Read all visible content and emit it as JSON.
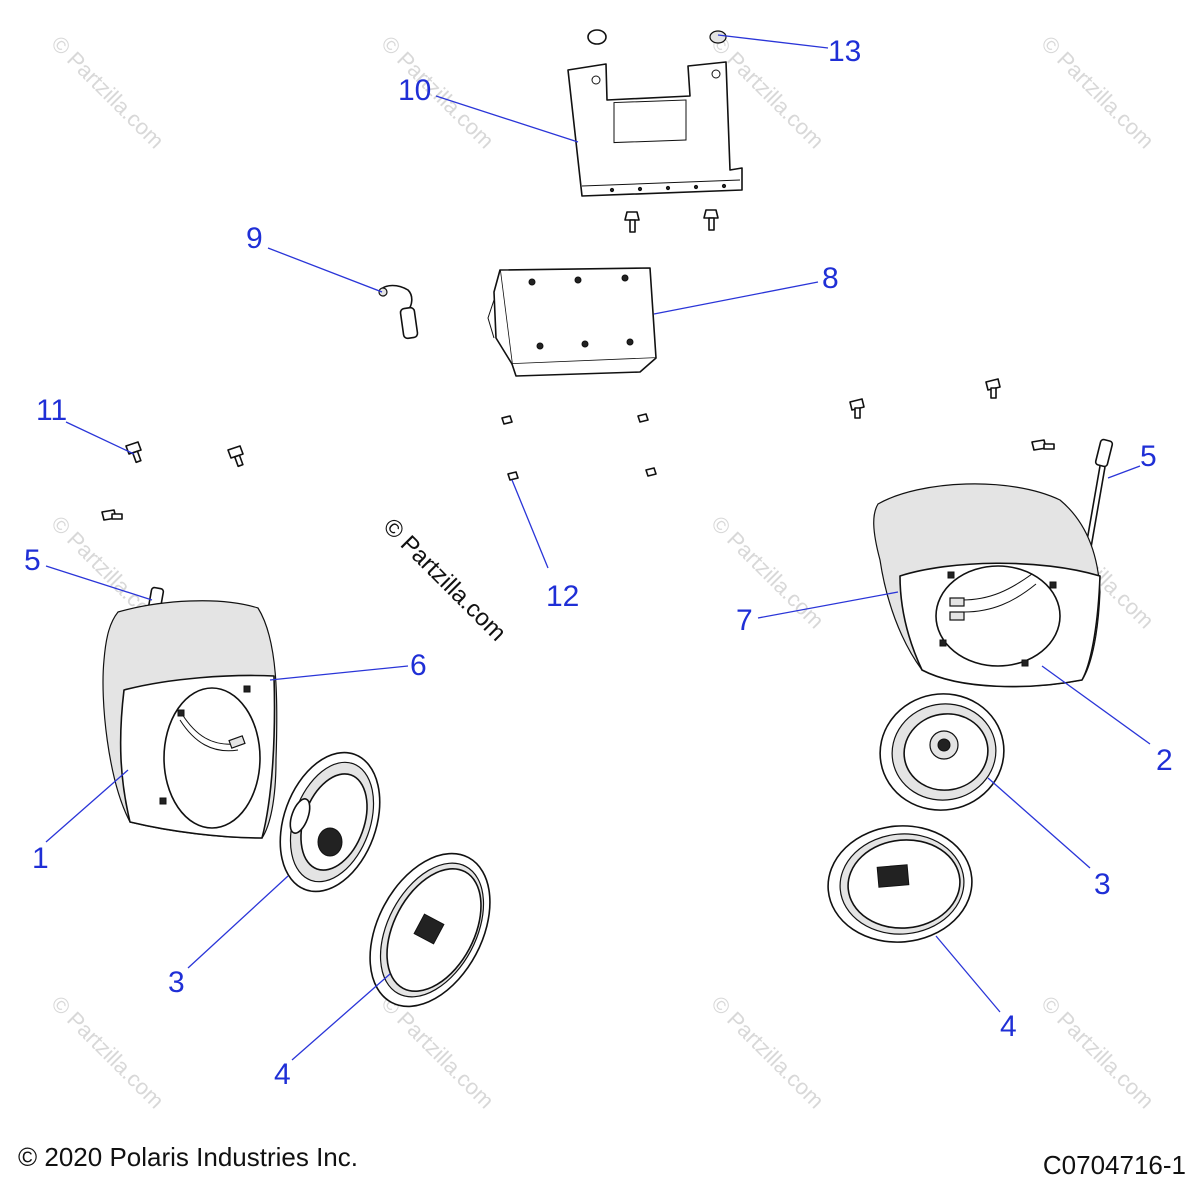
{
  "footer": {
    "copyright": "© 2020 Polaris Industries Inc.",
    "figure_code": "C0704716-1"
  },
  "watermark": "© Partzilla.com",
  "callouts": {
    "c13": "13",
    "c10": "10",
    "c9": "9",
    "c8": "8",
    "c11": "11",
    "c5_right": "5",
    "c5_left": "5",
    "c6": "6",
    "c12": "12",
    "c7": "7",
    "c2": "2",
    "c1": "1",
    "c3_right": "3",
    "c3_left": "3",
    "c4_right": "4",
    "c4_left": "4"
  },
  "colors": {
    "callout": "#1f2fd6",
    "line_art": "#111111",
    "watermark": "#d8d8d8"
  }
}
